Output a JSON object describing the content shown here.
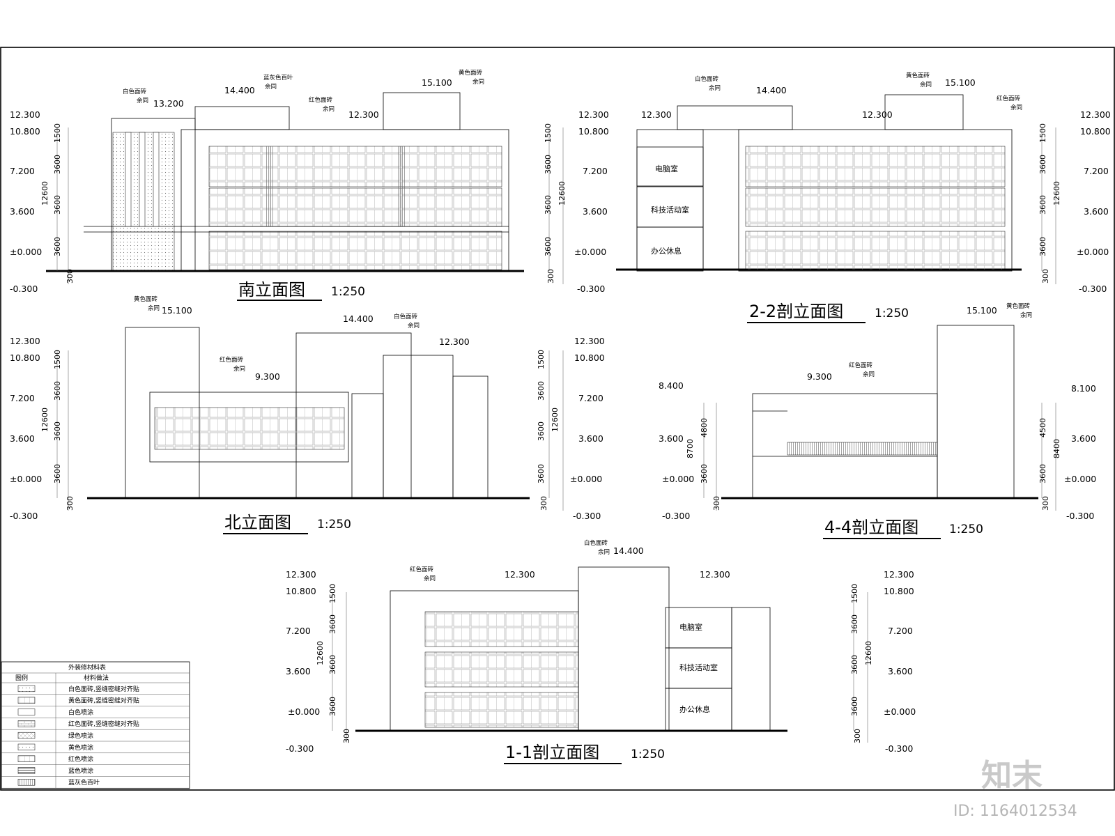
{
  "drawing_titles": {
    "south": {
      "name": "南立面图",
      "scale": "1:250"
    },
    "s22": {
      "name": "2-2剖立面图",
      "scale": "1:250"
    },
    "north": {
      "name": "北立面图",
      "scale": "1:250"
    },
    "s44": {
      "name": "4-4剖立面图",
      "scale": "1:250"
    },
    "s11": {
      "name": "1-1剖立面图",
      "scale": "1:250"
    }
  },
  "levels": {
    "top": "12.300",
    "roof": "10.800",
    "f3": "7.200",
    "f2": "3.600",
    "ground": "±0.000",
    "below": "-0.300",
    "tower": "15.100",
    "stair": "14.400",
    "mid": "13.200",
    "corr": "9.300",
    "l8400": "8.400",
    "l8100": "8.100"
  },
  "dims": {
    "d1500": "1500",
    "d3600": "3600",
    "d12600": "12600",
    "d300": "300",
    "d4800": "4800",
    "d8700": "8700",
    "d4500": "4500",
    "d8400": "8400"
  },
  "notes": {
    "white_tile": "白色面砖",
    "yellow_tile": "黄色面砖",
    "red_tile": "红色面砖",
    "blue_grey_louver": "蓝灰色百叶",
    "same": "余同"
  },
  "rooms": {
    "computer": "电脑室",
    "science": "科技活动室",
    "office": "办公休息"
  },
  "legend": {
    "title": "外装修材料表",
    "col_icon": "图例",
    "col_method": "材料做法",
    "rows": [
      {
        "label": "白色面砖,竖缝密缝对齐贴",
        "pattern": "dots"
      },
      {
        "label": "黄色面砖,竖缝密缝对齐贴",
        "pattern": "grid"
      },
      {
        "label": "白色喷涂",
        "pattern": "blank"
      },
      {
        "label": "红色面砖,竖缝密缝对齐贴",
        "pattern": "brick"
      },
      {
        "label": "绿色喷涂",
        "pattern": "cross"
      },
      {
        "label": "黄色喷涂",
        "pattern": "dots2"
      },
      {
        "label": "红色喷涂",
        "pattern": "grid2"
      },
      {
        "label": "蓝色喷涂",
        "pattern": "hatch"
      },
      {
        "label": "蓝灰色百叶",
        "pattern": "lines"
      }
    ]
  },
  "branding": {
    "logo_text": "知末",
    "id_text": "ID: 1164012534"
  },
  "colors": {
    "line": "#000000",
    "watermark": "#c9c9c9"
  }
}
